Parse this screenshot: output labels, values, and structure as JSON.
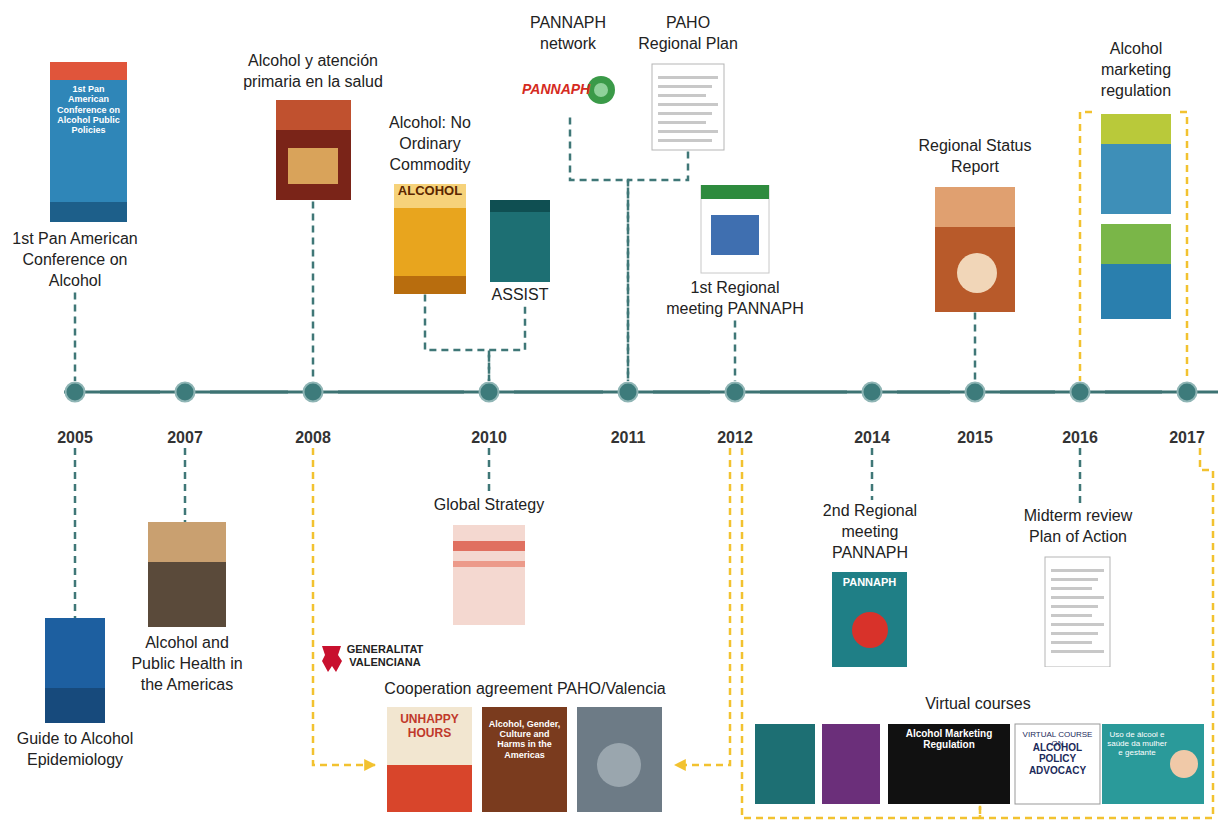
{
  "diagram": {
    "nodes": [
      {
        "text": [
          "1st Pan American Conference on Alcohol"
        ]
      },
      {
        "text": [
          "Alcohol y atención primaria en la salud"
        ]
      },
      {
        "text": [
          "Alcohol: No Ordinary Commodity"
        ]
      },
      {
        "text": [
          "ASSIST"
        ]
      },
      {
        "text": [
          "PANNAPH network"
        ]
      },
      {
        "text": [
          "PAHO Regional Plan"
        ]
      },
      {
        "text": [
          "1st Regional meeting PANNAPH"
        ]
      },
      {
        "text": [
          "Regional Status Report"
        ]
      },
      {
        "text": [
          "Alcohol marketing regulation"
        ]
      },
      {
        "text": [
          "2005"
        ]
      },
      {
        "text": [
          "2007"
        ]
      },
      {
        "text": [
          "2008"
        ]
      },
      {
        "text": [
          "2010"
        ]
      },
      {
        "text": [
          "2011"
        ]
      },
      {
        "text": [
          "2012"
        ]
      },
      {
        "text": [
          "2014"
        ]
      },
      {
        "text": [
          "2015"
        ]
      },
      {
        "text": [
          "2016"
        ]
      },
      {
        "text": [
          "2017"
        ]
      },
      {
        "text": [
          "Guide to Alcohol Epidemiology"
        ]
      },
      {
        "text": [
          "Alcohol and Public Health in the Americas"
        ]
      },
      {
        "text": [
          "Global Strategy"
        ]
      },
      {
        "text": [
          "Cooperation agreement PAHO/Valencia"
        ]
      },
      {
        "text": [
          "2nd Regional meeting PANNAPH"
        ]
      },
      {
        "text": [
          "Midterm review Plan of Action"
        ]
      },
      {
        "text": [
          "Virtual courses"
        ]
      }
    ],
    "edges": [
      {
        "from": 0,
        "to": 9,
        "arrow": "none"
      },
      {
        "from": 1,
        "to": 11,
        "arrow": "none"
      },
      {
        "from": 2,
        "to": 12,
        "arrow": "none"
      },
      {
        "from": 3,
        "to": 12,
        "arrow": "none"
      },
      {
        "from": 4,
        "to": 13,
        "arrow": "none"
      },
      {
        "from": 5,
        "to": 13,
        "arrow": "none"
      },
      {
        "from": 6,
        "to": 14,
        "arrow": "none"
      },
      {
        "from": 7,
        "to": 16,
        "arrow": "none"
      },
      {
        "from": 8,
        "to": 17,
        "arrow": "none"
      },
      {
        "from": 8,
        "to": 18,
        "arrow": "none"
      },
      {
        "from": 9,
        "to": 19,
        "arrow": "none"
      },
      {
        "from": 10,
        "to": 20,
        "arrow": "none"
      },
      {
        "from": 12,
        "to": 21,
        "arrow": "none"
      },
      {
        "from": 15,
        "to": 23,
        "arrow": "none"
      },
      {
        "from": 17,
        "to": 24,
        "arrow": "none"
      },
      {
        "from": 11,
        "to": 22,
        "arrow": "to"
      },
      {
        "from": 14,
        "to": 22,
        "arrow": "to"
      },
      {
        "from": 14,
        "to": 25,
        "arrow": "none"
      },
      {
        "from": 18,
        "to": 25,
        "arrow": "none"
      },
      {
        "from": 9,
        "to": 10,
        "arrow": "none"
      },
      {
        "from": 10,
        "to": 11,
        "arrow": "none"
      },
      {
        "from": 11,
        "to": 12,
        "arrow": "none"
      },
      {
        "from": 12,
        "to": 13,
        "arrow": "none"
      },
      {
        "from": 13,
        "to": 14,
        "arrow": "none"
      },
      {
        "from": 14,
        "to": 15,
        "arrow": "none"
      },
      {
        "from": 15,
        "to": 16,
        "arrow": "none"
      },
      {
        "from": 16,
        "to": 17,
        "arrow": "none"
      },
      {
        "from": 17,
        "to": 18,
        "arrow": "none"
      }
    ],
    "labels": [
      "1st Pan American Conference on Alcohol Public Policies",
      "ALCOHOL",
      "PANNAPH",
      "PANNAPH",
      "GENERALITAT VALENCIANA",
      "UNHAPPY HOURS",
      "Alcohol, Gender, Culture and Harms in the Americas",
      "Alcohol Marketing Regulation",
      "VIRTUAL COURSE ON",
      "ALCOHOL POLICY ADVOCACY",
      "Uso de álcool e saúde da mulher e gestante"
    ]
  }
}
